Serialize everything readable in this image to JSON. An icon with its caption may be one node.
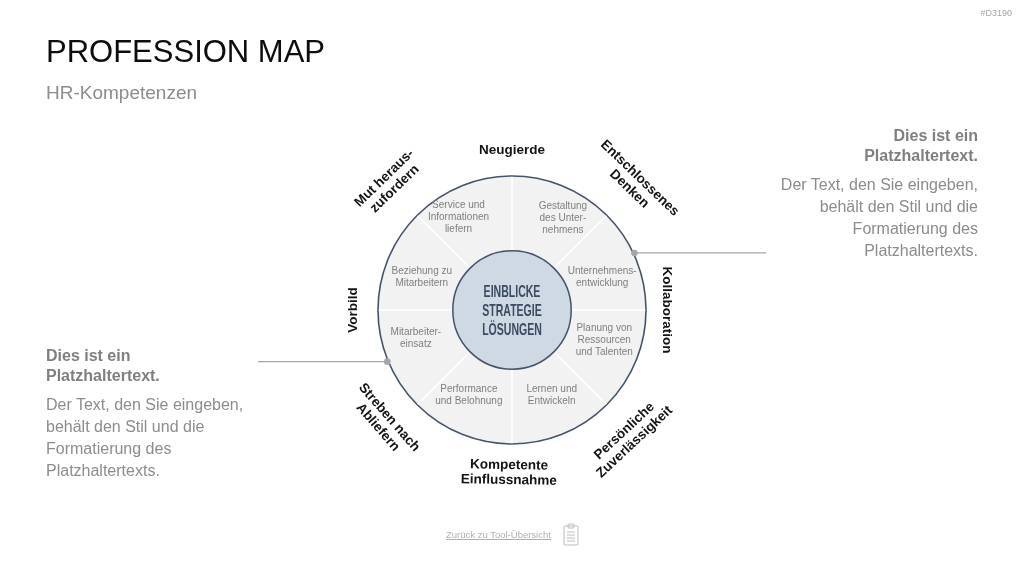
{
  "diagram": {
    "title": "PROFESSION MAP",
    "nodes": [
      {
        "text": [],
        "shape": "circle"
      },
      {
        "text": [
          "EINBLICKE STRATEGIE LÖSUNGEN"
        ],
        "in": 0
      },
      {
        "text": [
          "Service und Informationen liefern"
        ],
        "in": 0
      },
      {
        "text": [
          "Gestaltung des Unter- nehmens"
        ],
        "in": 0
      },
      {
        "text": [
          "Beziehung zu Mitarbeitern"
        ],
        "in": 0
      },
      {
        "text": [
          "Unternehmens- entwicklung"
        ],
        "in": 0
      },
      {
        "text": [
          "Mitarbeiter- einsatz"
        ],
        "in": 0
      },
      {
        "text": [
          "Planung von Ressourcen und Talenten"
        ],
        "in": 0
      },
      {
        "text": [
          "Performance und Belohnung"
        ],
        "in": 0
      },
      {
        "text": [
          "Lernen und Entwickeln"
        ],
        "in": 0
      },
      {
        "text": [
          "Dies ist ein Platzhaltertext.",
          "Der Text, den Sie eingeben, behält den Stil und die Formatierung des Platzhaltertexts."
        ]
      },
      {
        "text": [
          "Dies ist ein Platzhaltertext.",
          "Der Text, den Sie eingeben, behält den Stil und die Formatierung des Platzhaltertexts."
        ]
      }
    ],
    "edges": [
      {
        "from": 10,
        "to": 0,
        "arrow": "other"
      },
      {
        "from": 11,
        "to": 0,
        "arrow": "other"
      }
    ],
    "labels": [
      "#D3190",
      "HR-Kompetenzen",
      "Neugierde",
      "Mut heraus- zufordern",
      "Entschlossenes Denken",
      "Vorbild",
      "Kollaboration",
      "Streben nach Abliefern",
      "Persönliche Zuverlässigkeit",
      "Kompetente Einflussnahme",
      "Zurück zu Tool-Übersicht"
    ]
  }
}
